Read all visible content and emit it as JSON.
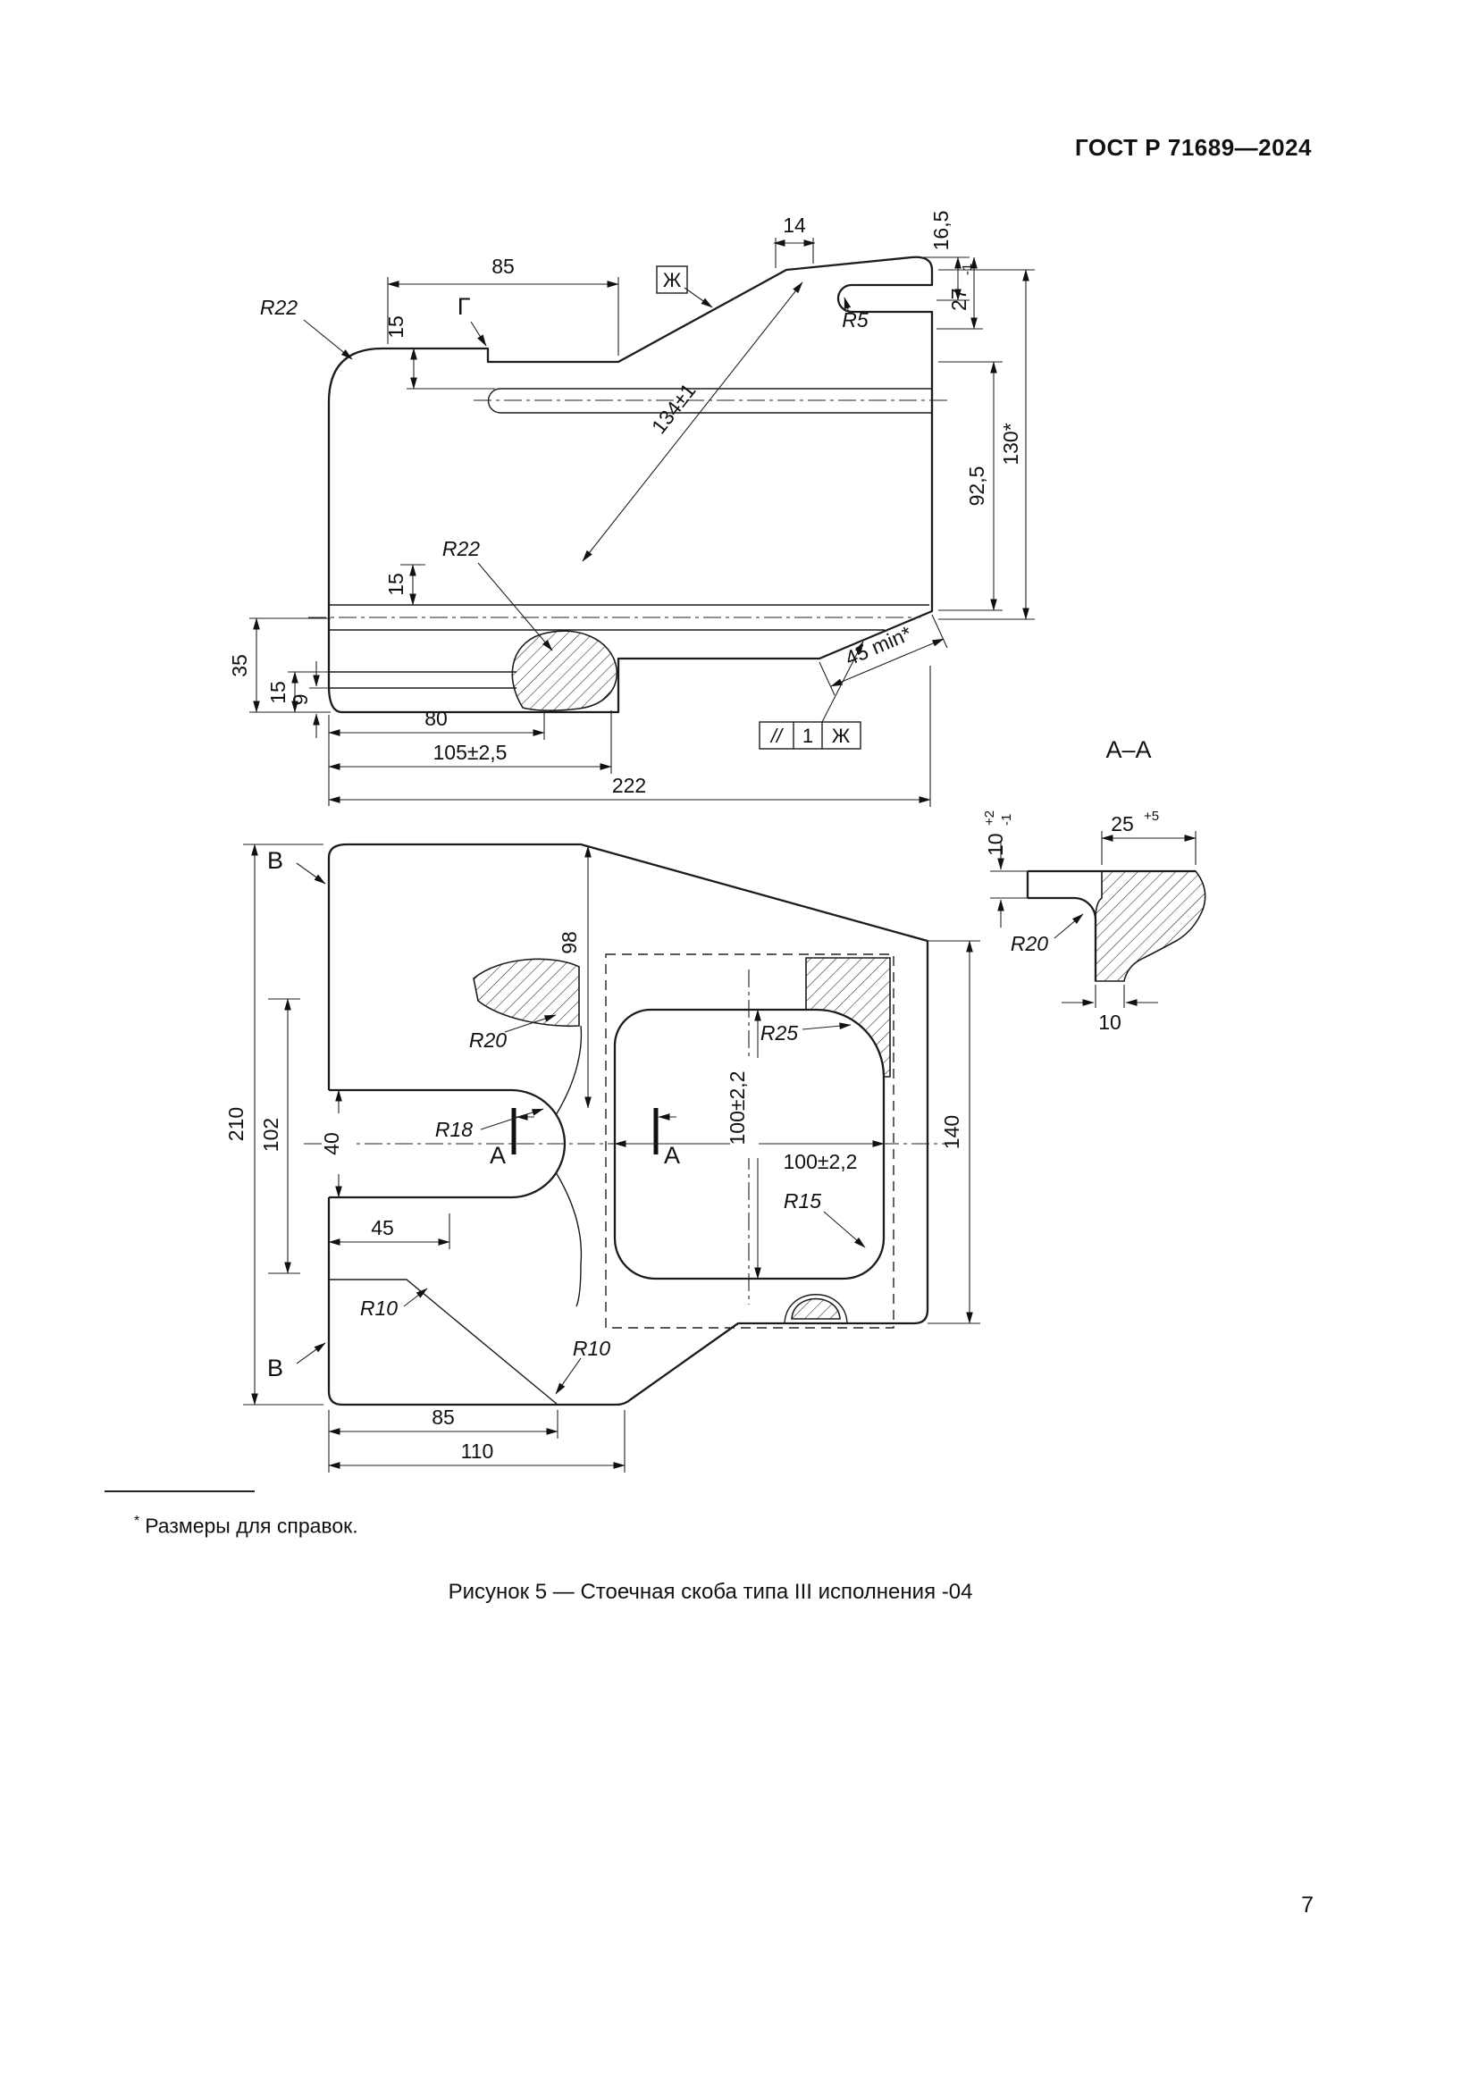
{
  "page": {
    "doc_number": "ГОСТ Р 71689—2024",
    "page_number": "7",
    "footnote_marker": "*",
    "footnote_text": "Размеры для справок.",
    "caption": "Рисунок 5 — Стоечная скоба типа III исполнения -04"
  },
  "top_view": {
    "labels": {
      "r22_corner": "R22",
      "gamma_face": "Г",
      "zhe_face": "Ж",
      "r5": "R5",
      "r22_rib": "R22"
    },
    "dims": {
      "d85": "85",
      "d15_top": "15",
      "d14": "14",
      "d16_5": "16,5",
      "d27": {
        "value": "27",
        "tol": "-1"
      },
      "d92_5": "92,5",
      "d130": "130*",
      "d134": "134±1",
      "d15_mid": "15",
      "d35": "35",
      "d15_bottom": "15",
      "d9": "9",
      "d80": "80",
      "d105": "105±2,5",
      "d222": "222",
      "d45_min": "45 min*"
    },
    "tolerance_frame": {
      "symbol": "//",
      "value": "1",
      "datum": "Ж"
    }
  },
  "plan_view": {
    "labels": {
      "view_b_top": "В",
      "view_b_bottom": "В",
      "section_a_left": "А",
      "section_a_right": "А"
    },
    "radii": {
      "r20": "R20",
      "r18": "R18",
      "r25": "R25",
      "r15": "R15",
      "r10_upper": "R10",
      "r10_lower": "R10"
    },
    "dims": {
      "d210": "210",
      "d102": "102",
      "d40": "40",
      "d98": "98",
      "d100_v": "100±2,2",
      "d100_h": "100±2,2",
      "d140": "140",
      "d45": "45",
      "d85": "85",
      "d110": "110"
    }
  },
  "section_aa": {
    "title": "А–А",
    "radii": {
      "r20": "R20"
    },
    "dims": {
      "d10_flange": {
        "value": "10",
        "tol_plus": "+2",
        "tol_minus": "-1"
      },
      "d25": {
        "value": "25",
        "tol_plus": "+5"
      },
      "d10_leg": "10"
    }
  }
}
